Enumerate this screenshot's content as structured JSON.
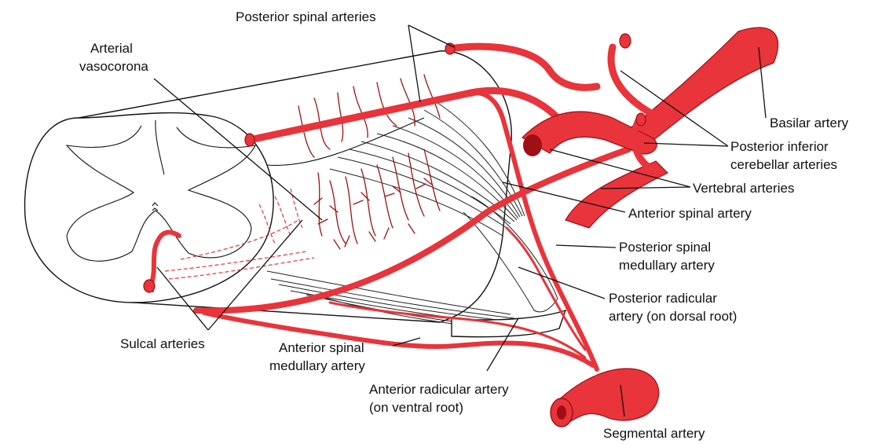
{
  "colors": {
    "artery": "#e8343a",
    "artery_dark": "#9e1016",
    "artery_highlight": "#f46a6e",
    "outline": "#111111",
    "background": "#ffffff"
  },
  "labels": {
    "posterior_spinal_arteries": "Posterior spinal arteries",
    "arterial_line1": "Arterial",
    "arterial_line2": "vasocorona",
    "basilar_artery": "Basilar artery",
    "pica_line1": "Posterior inferior",
    "pica_line2": "cerebellar arteries",
    "vertebral_arteries": "Vertebral arteries",
    "anterior_spinal_artery": "Anterior spinal artery",
    "post_spinal_med_line1": "Posterior spinal",
    "post_spinal_med_line2": "medullary artery",
    "post_radicular_line1": "Posterior radicular",
    "post_radicular_line2": "artery (on dorsal root)",
    "sulcal_arteries": "Sulcal arteries",
    "ant_spinal_med_line1": "Anterior spinal",
    "ant_spinal_med_line2": "medullary artery",
    "ant_radicular_line1": "Anterior radicular artery",
    "ant_radicular_line2": "(on ventral root)",
    "segmental_artery": "Segmental artery"
  }
}
